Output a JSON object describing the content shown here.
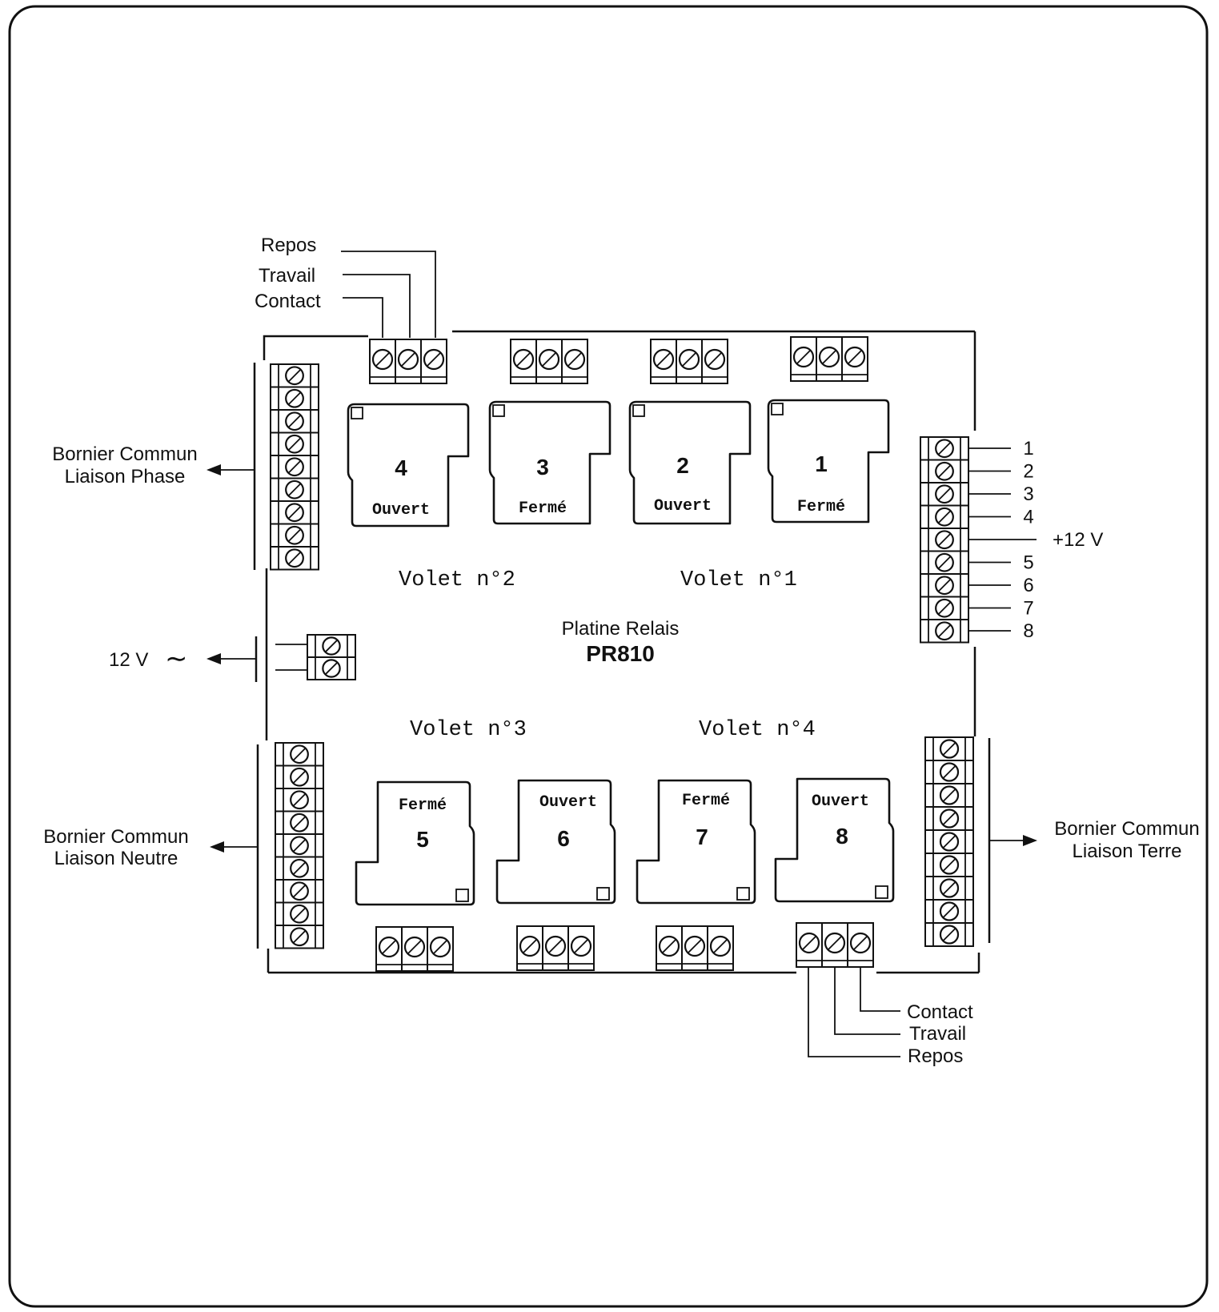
{
  "board": {
    "title_line1": "Platine Relais",
    "title_line2": "PR810"
  },
  "volets": [
    {
      "label": "Volet n°2"
    },
    {
      "label": "Volet n°1"
    },
    {
      "label": "Volet n°3"
    },
    {
      "label": "Volet n°4"
    }
  ],
  "relays_top": [
    {
      "number": "4",
      "state": "Ouvert"
    },
    {
      "number": "3",
      "state": "Fermé"
    },
    {
      "number": "2",
      "state": "Ouvert"
    },
    {
      "number": "1",
      "state": "Fermé"
    }
  ],
  "relays_bottom": [
    {
      "number": "5",
      "state": "Fermé"
    },
    {
      "number": "6",
      "state": "Ouvert"
    },
    {
      "number": "7",
      "state": "Fermé"
    },
    {
      "number": "8",
      "state": "Ouvert"
    }
  ],
  "contacts_top": {
    "repos": "Repos",
    "travail": "Travail",
    "contact": "Contact"
  },
  "contacts_bottom": {
    "contact": "Contact",
    "travail": "Travail",
    "repos": "Repos"
  },
  "bornier_phase": {
    "line1": "Bornier Commun",
    "line2": "Liaison Phase"
  },
  "bornier_neutre": {
    "line1": "Bornier Commun",
    "line2": "Liaison Neutre"
  },
  "bornier_terre": {
    "line1": "Bornier Commun",
    "line2": "Liaison Terre"
  },
  "supply_12v_ac": "12 V",
  "supply_ac_symbol": "∼",
  "right_terminals": {
    "labels": [
      "1",
      "2",
      "3",
      "4",
      "+12 V",
      "5",
      "6",
      "7",
      "8"
    ]
  }
}
